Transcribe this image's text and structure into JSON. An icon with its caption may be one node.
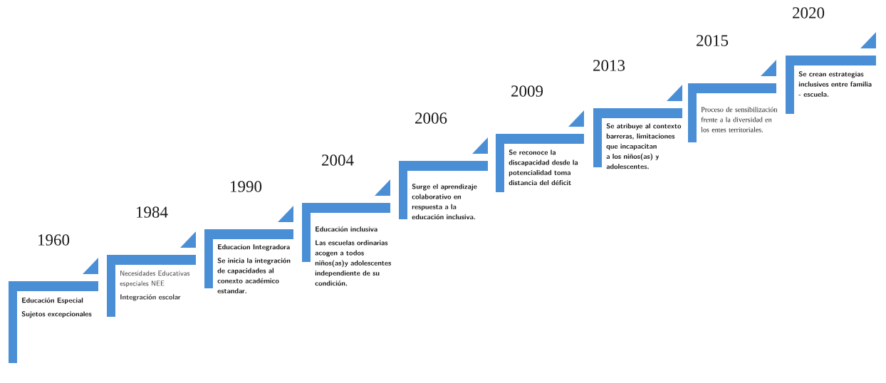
{
  "diagram": {
    "nodes": [
      {
        "text": [
          "1960",
          "Educación Especial",
          "Sujetos excepcionales"
        ]
      },
      {
        "text": [
          "1984",
          "Necesidades Educativas especiales NEE",
          "Integración escolar"
        ]
      },
      {
        "text": [
          "1990",
          "Educacion Integradora",
          "Se inicia la integración de capacidades al conexto académico estandar."
        ]
      },
      {
        "text": [
          "2004",
          "Educación inclusiva",
          "Las escuelas ordinarias acogen a todos niños(as)y adolescentes independiente de su condición."
        ]
      },
      {
        "text": [
          "2006",
          "Surge el aprendizaje colaborativo en respuesta a la educación inclusiva."
        ]
      },
      {
        "text": [
          "2009",
          "Se reconoce la discapacidad desde la potencialidad toma distancia del déficit"
        ]
      },
      {
        "text": [
          "2013",
          "Se atribuye al contexto barreras, limitaciones que incapacitan a los niños(as) y adolescentes."
        ]
      },
      {
        "text": [
          "2015",
          "Proceso de sensibilización frente a la diversidad en los entes territoriales."
        ]
      },
      {
        "text": [
          "2020",
          "Se crean estrategias inclusives entre familia - escuela."
        ]
      }
    ]
  }
}
